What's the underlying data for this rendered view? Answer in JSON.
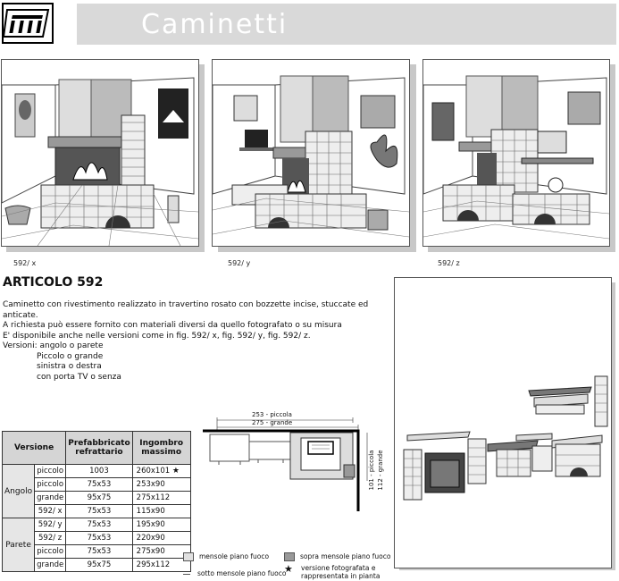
{
  "header": {
    "title": "Caminetti"
  },
  "figures": [
    {
      "caption": "592/ x"
    },
    {
      "caption": "592/ y"
    },
    {
      "caption": "592/ z"
    }
  ],
  "article": {
    "title": "ARTICOLO 592",
    "lines": [
      "Caminetto   con rivestimento realizzato in travertino rosato con bozzette incise, stuccate ed",
      "anticate.",
      "A richiesta può essere fornito con materiali diversi da quello fotografato o su misura",
      "E' disponibile anche  nelle versioni come in fig. 592/ x, fig. 592/ y, fig. 592/ z.",
      "Versioni:  angolo o parete"
    ],
    "indented": [
      "Piccolo o grande",
      "sinistra o destra",
      "con porta TV o senza"
    ]
  },
  "table": {
    "headers": [
      "Versione",
      "Prefabbricato refrattario",
      "Ingombro massimo"
    ],
    "groups": [
      {
        "name": "Angolo",
        "rows": [
          {
            "size": "piccolo",
            "refr": "1003",
            "ingombro": "260x101",
            "star": "★"
          },
          {
            "size": "piccolo",
            "refr": "75x53",
            "ingombro": "253x90",
            "star": ""
          },
          {
            "size": "grande",
            "refr": "95x75",
            "ingombro": "275x112",
            "star": ""
          },
          {
            "size": "592/ x",
            "refr": "75x53",
            "ingombro": "115x90",
            "star": ""
          }
        ]
      },
      {
        "name": "Parete",
        "rows": [
          {
            "size": "592/ y",
            "refr": "75x53",
            "ingombro": "195x90",
            "star": ""
          },
          {
            "size": "592/ z",
            "refr": "75x53",
            "ingombro": "220x90",
            "star": ""
          },
          {
            "size": "piccolo",
            "refr": "75x53",
            "ingombro": "275x90",
            "star": ""
          },
          {
            "size": "grande",
            "refr": "95x75",
            "ingombro": "295x112",
            "star": ""
          }
        ]
      }
    ]
  },
  "plan": {
    "top_dim1": "253 - piccola",
    "top_dim2": "275 - grande",
    "side_dim1": "101 - piccola",
    "side_dim2": "112 - grande"
  },
  "legend": {
    "mensole_piano_fuoco": "mensole piano fuoco",
    "sopra_mensole": "sopra mensole piano fuoco",
    "sotto_mensole": "sotto mensole piano fuoco",
    "star_symbol": "★",
    "versione_foto_1": "versione fotografata e",
    "versione_foto_2": "rappresentata in pianta"
  }
}
